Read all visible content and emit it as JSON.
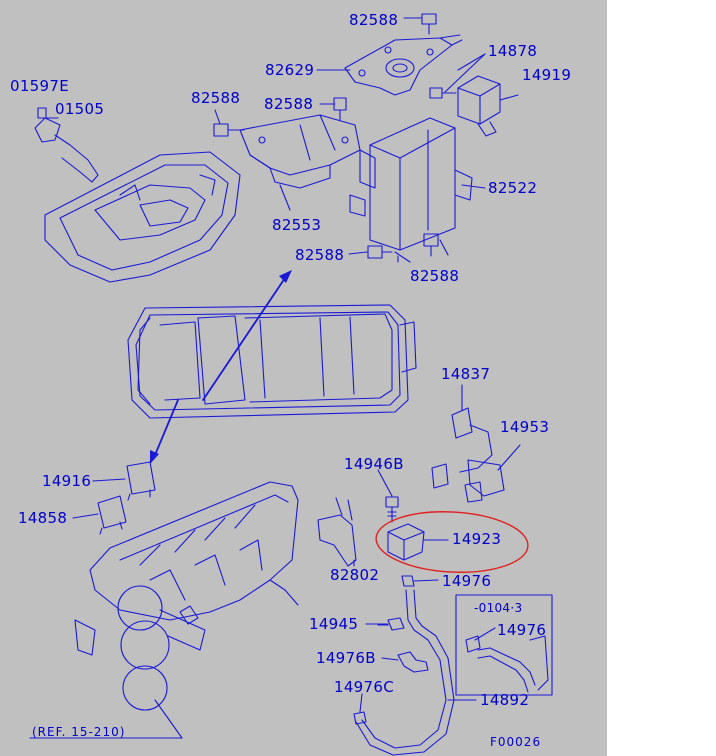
{
  "colors": {
    "background": "#c0c0c0",
    "line": "#1a1ad6",
    "text": "#0000cc",
    "highlight": "#e02020"
  },
  "labels": {
    "p82588_top": "82588",
    "p14878": "14878",
    "p82629": "82629",
    "p14919": "14919",
    "p01597e": "01597E",
    "p01505": "01505",
    "p82588_a": "82588",
    "p82588_b": "82588",
    "p82522": "82522",
    "p82553": "82553",
    "p82588_c": "82588",
    "p82588_d": "82588",
    "p14837": "14837",
    "p14953": "14953",
    "p14946b": "14946B",
    "p14916": "14916",
    "p14858": "14858",
    "p14923": "14923",
    "p82802": "82802",
    "p14976": "14976",
    "p14945": "14945",
    "p14976_inset": "14976",
    "p14976b": "14976B",
    "p14976c": "14976C",
    "p14892": "14892",
    "inset_code": "-0104·3",
    "ref": "(REF. 15-210)",
    "figure_code": "F00026"
  },
  "highlight": {
    "part": "14923",
    "shape": "ellipse"
  }
}
